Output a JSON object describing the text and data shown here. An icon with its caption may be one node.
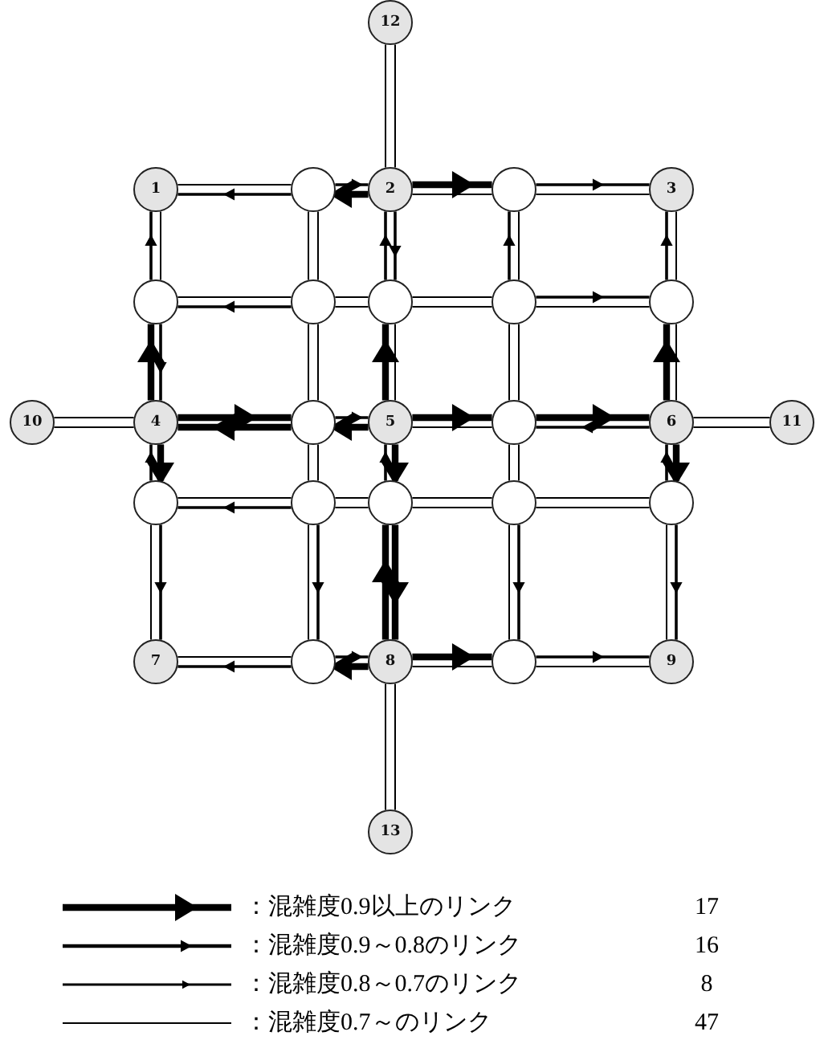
{
  "diagram": {
    "nodes": [
      {
        "text": [
          "12"
        ]
      },
      {
        "text": [
          "1"
        ]
      },
      {
        "text": [],
        "shape": "circle"
      },
      {
        "text": [
          "2"
        ]
      },
      {
        "text": [],
        "shape": "circle"
      },
      {
        "text": [
          "3"
        ]
      },
      {
        "text": [],
        "shape": "circle"
      },
      {
        "text": [],
        "shape": "circle"
      },
      {
        "text": [],
        "shape": "circle"
      },
      {
        "text": [],
        "shape": "circle"
      },
      {
        "text": [],
        "shape": "circle"
      },
      {
        "text": [
          "10"
        ]
      },
      {
        "text": [
          "4"
        ]
      },
      {
        "text": [],
        "shape": "circle"
      },
      {
        "text": [
          "5"
        ]
      },
      {
        "text": [],
        "shape": "circle"
      },
      {
        "text": [
          "6"
        ]
      },
      {
        "text": [
          "11"
        ]
      },
      {
        "text": [],
        "shape": "circle"
      },
      {
        "text": [],
        "shape": "circle"
      },
      {
        "text": [],
        "shape": "circle"
      },
      {
        "text": [],
        "shape": "circle"
      },
      {
        "text": [],
        "shape": "circle"
      },
      {
        "text": [
          "7"
        ]
      },
      {
        "text": [],
        "shape": "circle"
      },
      {
        "text": [
          "8"
        ]
      },
      {
        "text": [],
        "shape": "circle"
      },
      {
        "text": [
          "9"
        ]
      },
      {
        "text": [
          "13"
        ]
      }
    ],
    "edges": [
      {
        "from": 1,
        "to": 2,
        "arrow": "none"
      },
      {
        "from": 2,
        "to": 1,
        "arrow": "to"
      },
      {
        "from": 2,
        "to": 3,
        "arrow": "to"
      },
      {
        "from": 3,
        "to": 2,
        "arrow": "to",
        "style": "thick"
      },
      {
        "from": 3,
        "to": 4,
        "arrow": "to",
        "style": "thick"
      },
      {
        "from": 4,
        "to": 3,
        "arrow": "none"
      },
      {
        "from": 4,
        "to": 5,
        "arrow": "to"
      },
      {
        "from": 5,
        "to": 4,
        "arrow": "none"
      },
      {
        "from": 6,
        "to": 7,
        "arrow": "none"
      },
      {
        "from": 7,
        "to": 6,
        "arrow": "to"
      },
      {
        "from": 7,
        "to": 8,
        "arrow": "none"
      },
      {
        "from": 8,
        "to": 7,
        "arrow": "none"
      },
      {
        "from": 8,
        "to": 9,
        "arrow": "none"
      },
      {
        "from": 9,
        "to": 8,
        "arrow": "none"
      },
      {
        "from": 9,
        "to": 10,
        "arrow": "to"
      },
      {
        "from": 10,
        "to": 9,
        "arrow": "none"
      },
      {
        "from": 11,
        "to": 12,
        "arrow": "none"
      },
      {
        "from": 12,
        "to": 11,
        "arrow": "none"
      },
      {
        "from": 12,
        "to": 13,
        "arrow": "to",
        "style": "thick"
      },
      {
        "from": 13,
        "to": 12,
        "arrow": "to",
        "style": "thick"
      },
      {
        "from": 13,
        "to": 14,
        "arrow": "to"
      },
      {
        "from": 14,
        "to": 13,
        "arrow": "to",
        "style": "thick"
      },
      {
        "from": 14,
        "to": 15,
        "arrow": "to",
        "style": "thick"
      },
      {
        "from": 15,
        "to": 14,
        "arrow": "none"
      },
      {
        "from": 15,
        "to": 16,
        "arrow": "to",
        "style": "thick"
      },
      {
        "from": 16,
        "to": 15,
        "arrow": "to"
      },
      {
        "from": 16,
        "to": 17,
        "arrow": "none"
      },
      {
        "from": 17,
        "to": 16,
        "arrow": "none"
      },
      {
        "from": 18,
        "to": 19,
        "arrow": "none"
      },
      {
        "from": 19,
        "to": 18,
        "arrow": "to"
      },
      {
        "from": 19,
        "to": 20,
        "arrow": "none"
      },
      {
        "from": 20,
        "to": 19,
        "arrow": "none"
      },
      {
        "from": 20,
        "to": 21,
        "arrow": "none"
      },
      {
        "from": 21,
        "to": 20,
        "arrow": "none"
      },
      {
        "from": 21,
        "to": 22,
        "arrow": "none"
      },
      {
        "from": 22,
        "to": 21,
        "arrow": "none"
      },
      {
        "from": 23,
        "to": 24,
        "arrow": "none"
      },
      {
        "from": 24,
        "to": 23,
        "arrow": "to"
      },
      {
        "from": 24,
        "to": 25,
        "arrow": "to"
      },
      {
        "from": 25,
        "to": 24,
        "arrow": "to",
        "style": "thick"
      },
      {
        "from": 25,
        "to": 26,
        "arrow": "to",
        "style": "thick"
      },
      {
        "from": 26,
        "to": 25,
        "arrow": "none"
      },
      {
        "from": 26,
        "to": 27,
        "arrow": "to"
      },
      {
        "from": 27,
        "to": 26,
        "arrow": "none"
      },
      {
        "from": 1,
        "to": 6,
        "arrow": "none"
      },
      {
        "from": 6,
        "to": 1,
        "arrow": "to"
      },
      {
        "from": 6,
        "to": 12,
        "arrow": "to"
      },
      {
        "from": 12,
        "to": 6,
        "arrow": "to",
        "style": "thick"
      },
      {
        "from": 12,
        "to": 18,
        "arrow": "to",
        "style": "thick"
      },
      {
        "from": 18,
        "to": 12,
        "arrow": "to"
      },
      {
        "from": 18,
        "to": 23,
        "arrow": "to"
      },
      {
        "from": 23,
        "to": 18,
        "arrow": "none"
      },
      {
        "from": 2,
        "to": 7,
        "arrow": "none"
      },
      {
        "from": 7,
        "to": 2,
        "arrow": "none"
      },
      {
        "from": 7,
        "to": 13,
        "arrow": "none"
      },
      {
        "from": 13,
        "to": 7,
        "arrow": "none"
      },
      {
        "from": 13,
        "to": 19,
        "arrow": "none"
      },
      {
        "from": 19,
        "to": 13,
        "arrow": "none"
      },
      {
        "from": 19,
        "to": 24,
        "arrow": "to"
      },
      {
        "from": 24,
        "to": 19,
        "arrow": "none"
      },
      {
        "from": 0,
        "to": 3,
        "arrow": "none"
      },
      {
        "from": 3,
        "to": 0,
        "arrow": "none"
      },
      {
        "from": 3,
        "to": 8,
        "arrow": "to"
      },
      {
        "from": 8,
        "to": 3,
        "arrow": "to"
      },
      {
        "from": 8,
        "to": 14,
        "arrow": "none"
      },
      {
        "from": 14,
        "to": 8,
        "arrow": "to",
        "style": "thick"
      },
      {
        "from": 14,
        "to": 20,
        "arrow": "to",
        "style": "thick"
      },
      {
        "from": 20,
        "to": 14,
        "arrow": "to"
      },
      {
        "from": 20,
        "to": 25,
        "arrow": "to",
        "style": "thick"
      },
      {
        "from": 25,
        "to": 20,
        "arrow": "to",
        "style": "thick"
      },
      {
        "from": 25,
        "to": 28,
        "arrow": "none"
      },
      {
        "from": 28,
        "to": 25,
        "arrow": "none"
      },
      {
        "from": 4,
        "to": 9,
        "arrow": "none"
      },
      {
        "from": 9,
        "to": 4,
        "arrow": "to"
      },
      {
        "from": 9,
        "to": 15,
        "arrow": "none"
      },
      {
        "from": 15,
        "to": 9,
        "arrow": "none"
      },
      {
        "from": 15,
        "to": 21,
        "arrow": "none"
      },
      {
        "from": 21,
        "to": 15,
        "arrow": "none"
      },
      {
        "from": 21,
        "to": 26,
        "arrow": "to"
      },
      {
        "from": 26,
        "to": 21,
        "arrow": "none"
      },
      {
        "from": 5,
        "to": 10,
        "arrow": "none"
      },
      {
        "from": 10,
        "to": 5,
        "arrow": "to"
      },
      {
        "from": 10,
        "to": 16,
        "arrow": "none"
      },
      {
        "from": 16,
        "to": 10,
        "arrow": "to",
        "style": "thick"
      },
      {
        "from": 16,
        "to": 22,
        "arrow": "to",
        "style": "thick"
      },
      {
        "from": 22,
        "to": 16,
        "arrow": "to"
      },
      {
        "from": 22,
        "to": 27,
        "arrow": "to"
      },
      {
        "from": 27,
        "to": 22,
        "arrow": "none"
      }
    ],
    "labels": [
      "17",
      "16",
      "8",
      "47"
    ],
    "legend": [
      {
        "text": "：混雑度0.9以上のリンク"
      },
      {
        "text": "：混雑度0.9～0.8のリンク"
      },
      {
        "text": "：混雑度0.8～0.7のリンク"
      },
      {
        "text": "：混雑度0.7～のリンク"
      }
    ]
  }
}
